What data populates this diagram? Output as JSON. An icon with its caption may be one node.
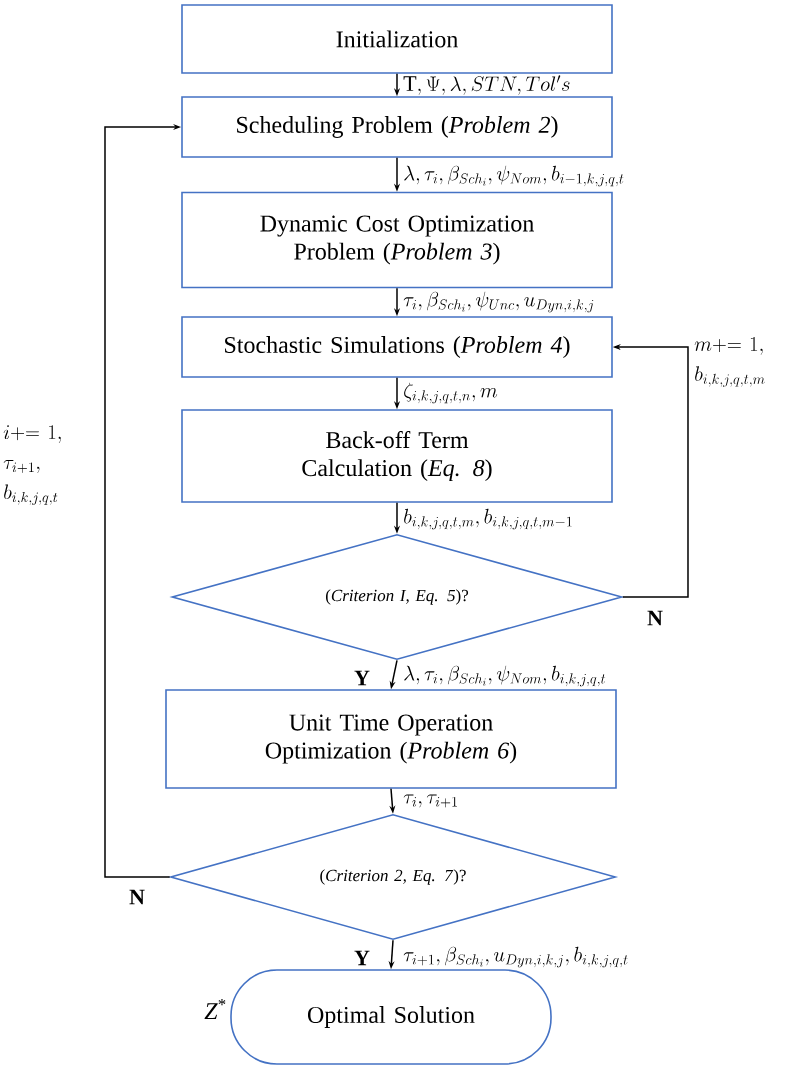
{
  "diagram": {
    "nodes": [
      {
        "text": [
          "Initialization"
        ]
      },
      {
        "text": [
          "Scheduling Problem (*Problem 2*)"
        ]
      },
      {
        "text": [
          "Dynamic Cost Optimization Problem (*Problem 3*)"
        ]
      },
      {
        "text": [
          "Stochastic Simulations (*Problem 4*)"
        ]
      },
      {
        "text": [
          "Back-off Term Calculation (*Eq. 8*)"
        ]
      },
      {
        "text": [
          "(*Criterion I, Eq. 5*)?"
        ]
      },
      {
        "text": [
          "Unit Time Operation Optimization (*Problem 6*)"
        ]
      },
      {
        "text": [
          "(*Criterion 2, Eq. 7*)?"
        ]
      },
      {
        "text": [
          "Optimal Solution"
        ],
        "beside": [
          "*Z*$^{*}$"
        ]
      }
    ],
    "edges": [
      {
        "from": 0,
        "to": 1,
        "arrow": "to",
        "label": "\\mathrm{T}, \\Psi, \\lambda, STN, Tol's"
      },
      {
        "from": 1,
        "to": 2,
        "arrow": "to",
        "label": "\\lambda, \\tau_i, \\beta_{Sch_i}, \\psi_{Nom}, b_{i-1,k,j,q,t}"
      },
      {
        "from": 2,
        "to": 3,
        "arrow": "to",
        "label": "\\tau_i, \\beta_{Sch_i}, \\psi_{Unc}, u_{Dyn,i,k,j}"
      },
      {
        "from": 3,
        "to": 4,
        "arrow": "to",
        "label": "\\zeta_{i,k,j,q,t,n}, m"
      },
      {
        "from": 4,
        "to": 5,
        "arrow": "to",
        "label": "b_{i,k,j,q,t,m}, b_{i,k,j,q,t,m-1}"
      },
      {
        "from": 5,
        "to": 6,
        "arrow": "to",
        "label": "\\lambda, \\tau_i, \\beta_{Sch_i}, \\psi_{Nom}, b_{i,k,j,q,t}"
      },
      {
        "from": 5,
        "to": 3,
        "arrow": "to",
        "label": "m{+}{=}\\ 1,\\allowbreak\\ b_{i,k,j,q,t,m}"
      },
      {
        "from": 6,
        "to": 7,
        "arrow": "to",
        "label": "\\tau_i, \\tau_{i+1}"
      },
      {
        "from": 7,
        "to": 1,
        "arrow": "to",
        "label": "i{+}{=}\\ 1,\\allowbreak\\ \\tau_{i+1},\\allowbreak\\ b_{i,k,j,q,t}"
      },
      {
        "from": 7,
        "to": 8,
        "arrow": "to",
        "label": "\\tau_{i+1}, \\beta_{Sch_i}, u_{Dyn,i,k,j}, b_{i,k,j,q,t}"
      }
    ],
    "labels": [
      "N",
      "Y",
      "N",
      "Y"
    ]
  }
}
